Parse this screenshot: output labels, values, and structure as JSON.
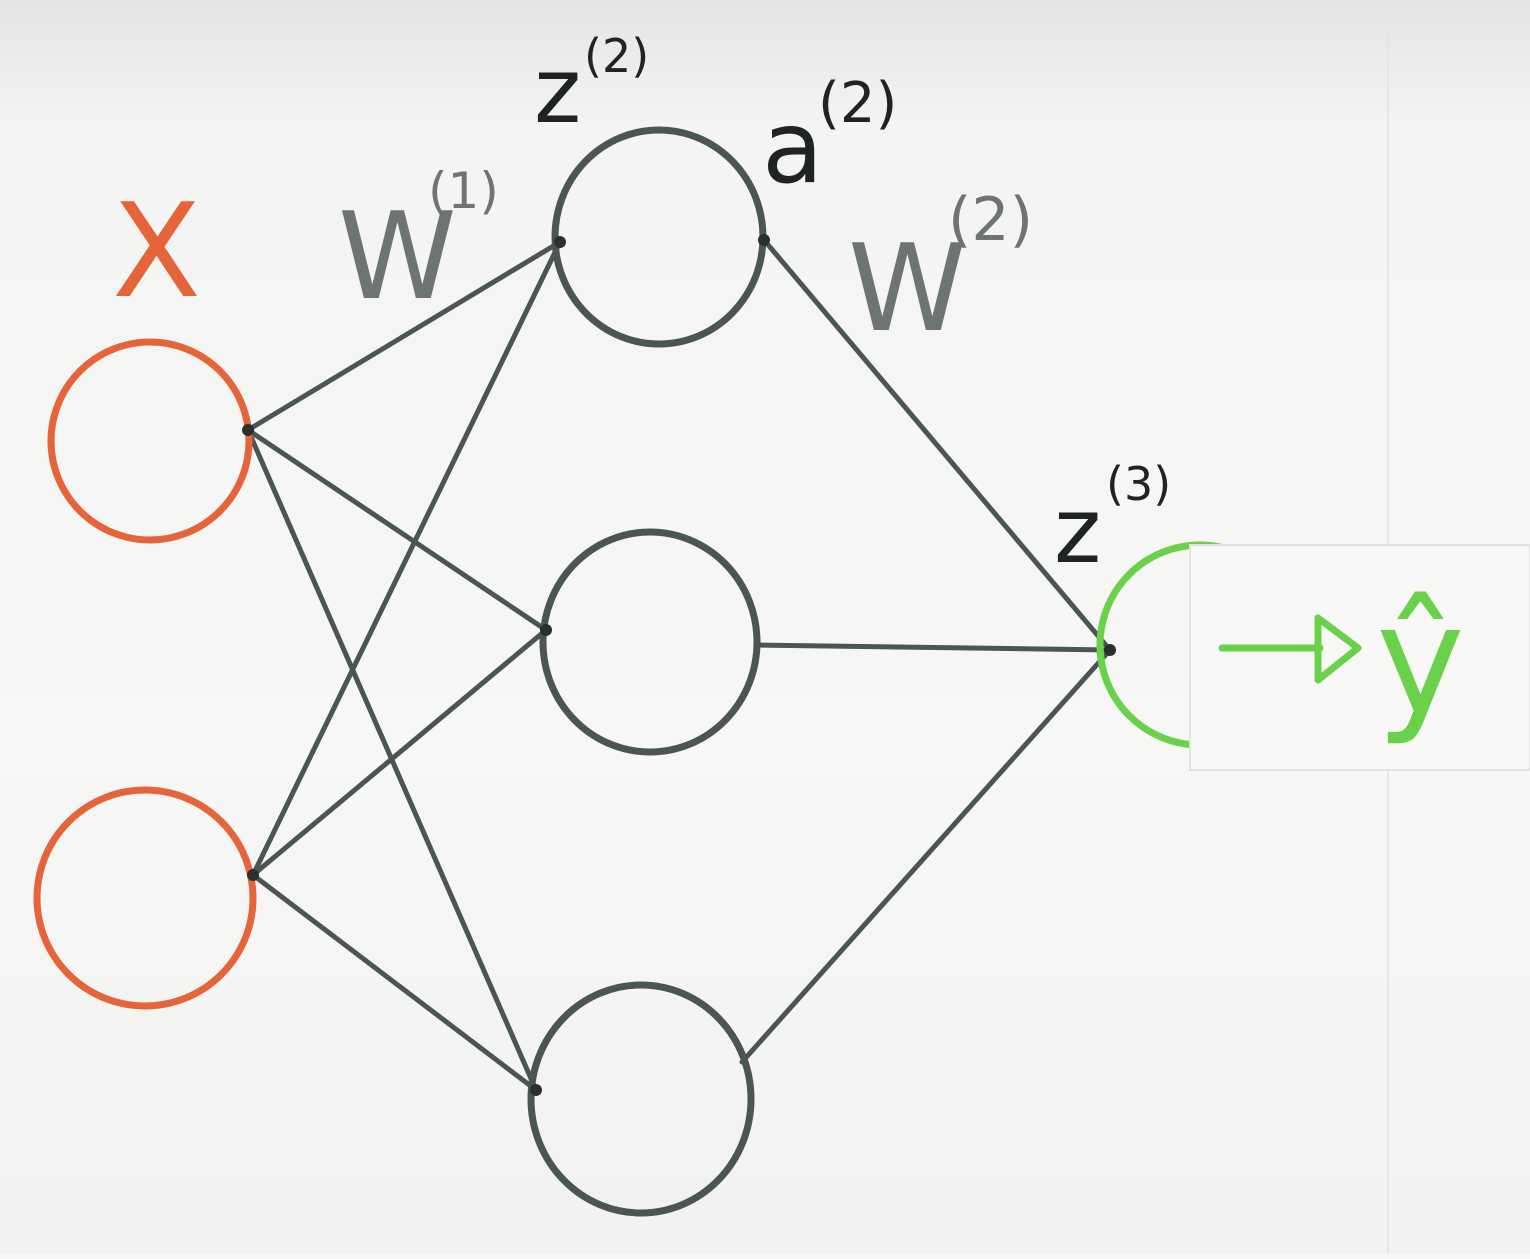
{
  "colors": {
    "paper": "#f7f7f5",
    "input": "#e5643a",
    "hidden": "#4b5654",
    "output": "#6ad24a",
    "weight_label": "#6d7472",
    "dark_label": "#1f2422"
  },
  "diagram": {
    "input_label": "X",
    "w1_label": "W",
    "w1_sup": "(1)",
    "z2_label": "z",
    "z2_sup": "(2)",
    "a2_label": "a",
    "a2_sup": "(2)",
    "w2_label": "W",
    "w2_sup": "(2)",
    "z3_label": "z",
    "z3_sup": "(3)",
    "output_label": "ŷ",
    "output_arrow": "→"
  },
  "nodes": {
    "inputs": [
      "input-1",
      "input-2"
    ],
    "hidden": [
      "hidden-1",
      "hidden-2",
      "hidden-3"
    ],
    "output": [
      "output"
    ]
  }
}
